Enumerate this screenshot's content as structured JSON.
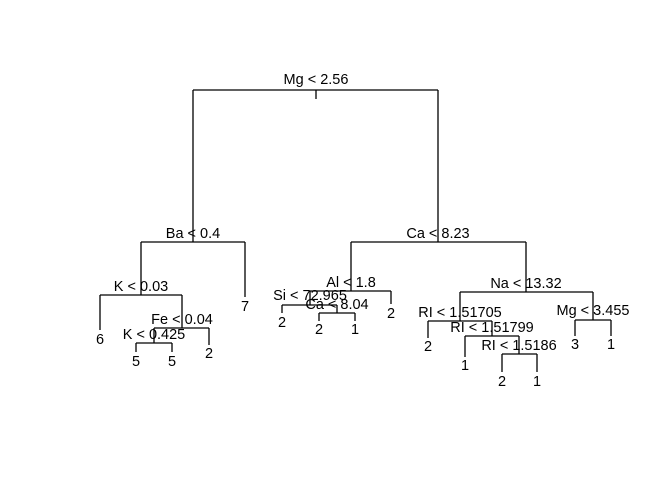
{
  "tree": {
    "split": "Mg < 2.56",
    "left": {
      "split": "Ba < 0.4",
      "left": {
        "split": "K < 0.03",
        "left": {
          "leaf": "6"
        },
        "right": {
          "split": "Fe < 0.04",
          "left": {
            "split": "K < 0.425",
            "left": {
              "leaf": "5"
            },
            "right": {
              "leaf": "5"
            }
          },
          "right": {
            "leaf": "2"
          }
        }
      },
      "right": {
        "leaf": "7"
      }
    },
    "right": {
      "split": "Ca < 8.23",
      "left": {
        "split": "Al < 1.8",
        "left": {
          "split": "Si < 72.965",
          "left": {
            "leaf": "2"
          },
          "right": {
            "split": "Ca < 8.04",
            "left": {
              "leaf": "2"
            },
            "right": {
              "leaf": "1"
            }
          }
        },
        "right": {
          "leaf": "2"
        }
      },
      "right": {
        "split": "Na < 13.32",
        "left": {
          "split": "RI < 1.51705",
          "left": {
            "leaf": "2"
          },
          "right": {
            "split": "RI < 1.51799",
            "left": {
              "leaf": "1"
            },
            "right": {
              "split": "RI < 1.5186",
              "left": {
                "leaf": "2"
              },
              "right": {
                "leaf": "1"
              }
            }
          }
        },
        "right": {
          "split": "Mg < 3.455",
          "left": {
            "leaf": "3"
          },
          "right": {
            "leaf": "1"
          }
        }
      }
    }
  }
}
